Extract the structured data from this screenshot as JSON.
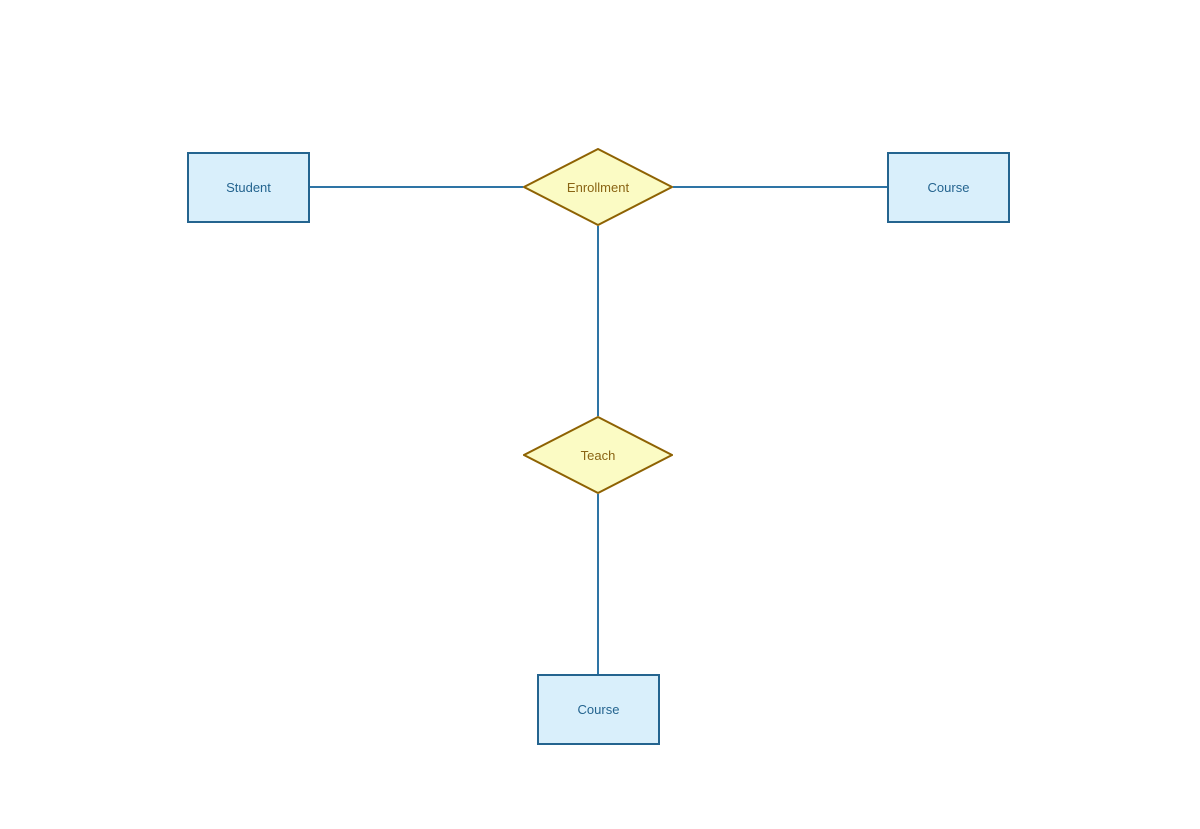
{
  "diagram_type": "entity-relationship-diagram",
  "nodes": {
    "student": {
      "label": "Student",
      "shape": "rectangle",
      "role": "entity"
    },
    "enrollment": {
      "label": "Enrollment",
      "shape": "diamond",
      "role": "relationship"
    },
    "course_right": {
      "label": "Course",
      "shape": "rectangle",
      "role": "entity"
    },
    "teach": {
      "label": "Teach",
      "shape": "diamond",
      "role": "relationship"
    },
    "course_bottom": {
      "label": "Course",
      "shape": "rectangle",
      "role": "entity"
    }
  },
  "connectors": [
    {
      "from": "student",
      "to": "enrollment",
      "orientation": "horizontal"
    },
    {
      "from": "enrollment",
      "to": "course_right",
      "orientation": "horizontal"
    },
    {
      "from": "enrollment",
      "to": "teach",
      "orientation": "vertical"
    },
    {
      "from": "teach",
      "to": "course_bottom",
      "orientation": "vertical"
    }
  ],
  "colors": {
    "canvas_bg": "#ffffff",
    "entity_fill": "#d9effb",
    "entity_border": "#24648f",
    "entity_text": "#24648f",
    "relationship_fill": "#fbfbc4",
    "relationship_border": "#8e6203",
    "relationship_text": "#8a6414",
    "connector": "#2e74a5"
  }
}
